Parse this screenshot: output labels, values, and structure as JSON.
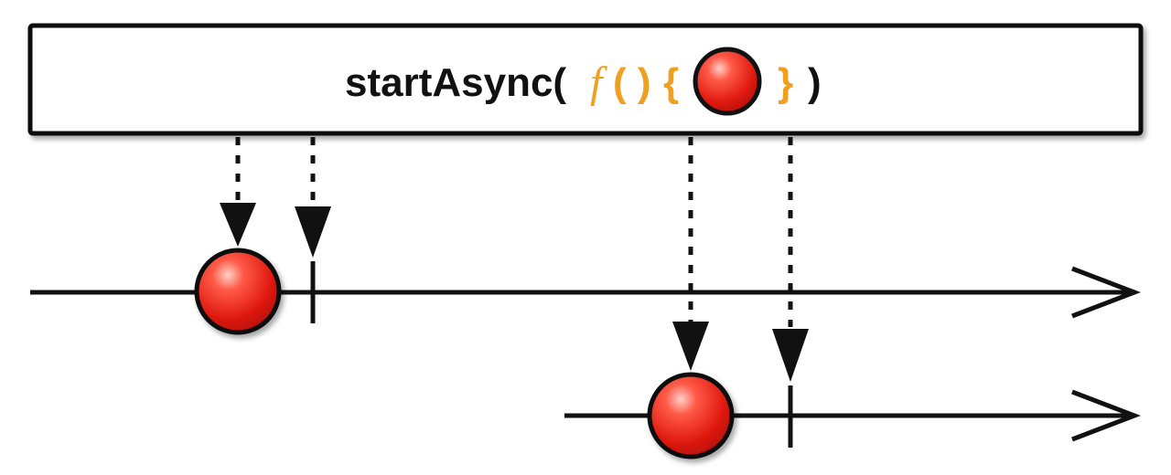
{
  "operator": {
    "name": "startAsync(",
    "fn_symbol": "f",
    "fn_parens": "( )",
    "open_brace": "{",
    "close_brace": "}",
    "close_paren": ")"
  },
  "colors": {
    "operator_text": "#111111",
    "function_text": "#f0a020",
    "box_fill": "#ffffff",
    "box_stroke": "#111111",
    "marble_fill": "#e8231b",
    "line": "#111111"
  },
  "timelines": [
    {
      "id": "first-subscription",
      "events": [
        {
          "kind": "item",
          "color": "red"
        },
        {
          "kind": "completion"
        }
      ]
    },
    {
      "id": "second-subscription",
      "events": [
        {
          "kind": "item",
          "color": "red"
        },
        {
          "kind": "completion"
        }
      ]
    }
  ]
}
